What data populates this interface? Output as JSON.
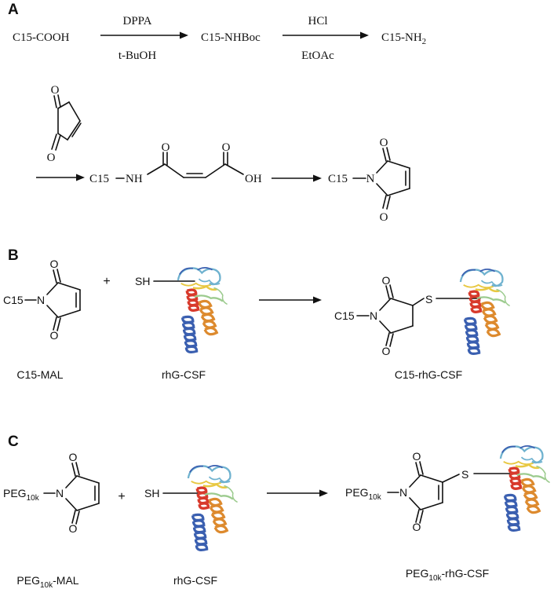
{
  "panels": {
    "a": {
      "label": "A",
      "step1": {
        "start": "C15-COOH",
        "reagent_top": "DPPA",
        "reagent_bottom": "t-BuOH",
        "product": "C15-NHBoc"
      },
      "step2": {
        "reagent_top": "HCl",
        "reagent_bottom": "EtOAc",
        "product_main": "C15-NH",
        "product_sub": "2"
      },
      "step3": {
        "reagent_o1": "O",
        "reagent_o2": "O",
        "amide_prefix": "C15",
        "amide_nh": "NH",
        "amide_o1": "O",
        "amide_o2": "O",
        "amide_oh": "OH"
      },
      "step4": {
        "prefix": "C15",
        "n": "N",
        "o_top": "O",
        "o_bottom": "O"
      }
    },
    "b": {
      "label": "B",
      "mal": {
        "prefix": "C15",
        "n": "N",
        "o_top": "O",
        "o_bottom": "O"
      },
      "plus": "+",
      "thiol": "SH",
      "product": {
        "prefix": "C15",
        "n": "N",
        "o_top": "O",
        "o_bottom": "O",
        "s": "S"
      },
      "captions": [
        "C15-MAL",
        "rhG-CSF",
        "C15-rhG-CSF"
      ]
    },
    "c": {
      "label": "C",
      "mal": {
        "prefix_main": "PEG",
        "prefix_sub": "10k",
        "n": "N",
        "o_top": "O",
        "o_bottom": "O"
      },
      "plus": "+",
      "thiol": "SH",
      "product": {
        "prefix_main": "PEG",
        "prefix_sub": "10k",
        "n": "N",
        "o_top": "O",
        "o_bottom": "O",
        "s": "S"
      },
      "caption_mal": {
        "main": "PEG",
        "sub": "10k",
        "tail": "-MAL"
      },
      "caption_protein": "rhG-CSF",
      "caption_product": {
        "main": "PEG",
        "sub": "10k",
        "tail": "-rhG-CSF"
      }
    }
  },
  "colors": {
    "ink": "#111111",
    "helix_blue": "#3a5fb0",
    "helix_red": "#d83a2c",
    "helix_orange": "#dd8a2e",
    "helix_yellow": "#e8c842",
    "helix_cyan": "#6fb2cf",
    "helix_green": "#9ccb8e"
  }
}
